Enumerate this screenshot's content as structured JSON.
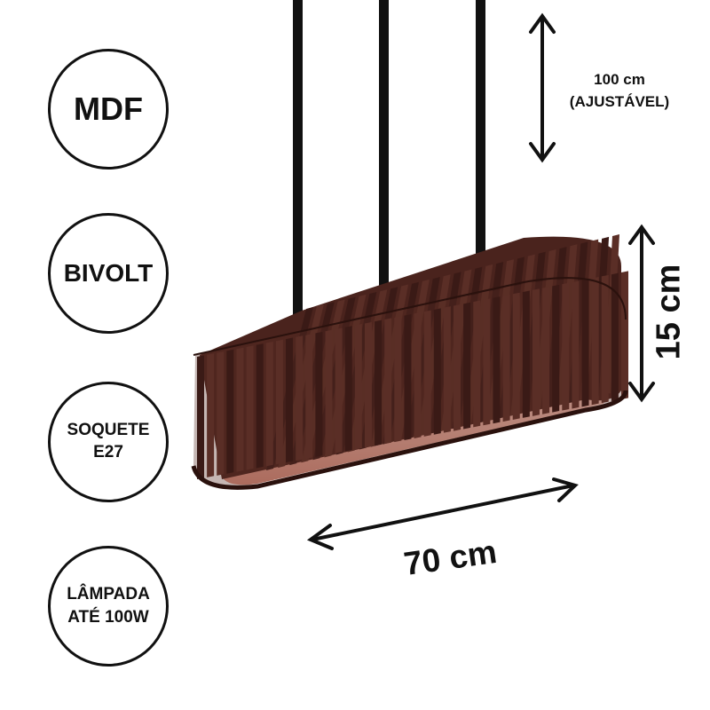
{
  "badges": [
    {
      "lines": [
        "MDF"
      ]
    },
    {
      "lines": [
        "BIVOLT"
      ]
    },
    {
      "lines": [
        "SOQUETE",
        "E27"
      ]
    },
    {
      "lines": [
        "LÂMPADA",
        "ATÉ 100W"
      ]
    }
  ],
  "dimensions": {
    "cable_length": "100 cm",
    "cable_note": "(AJUSTÁVEL)",
    "height": "15 cm",
    "width": "70 cm"
  },
  "colors": {
    "wood": "#5a2e26",
    "wood_dark": "#3a1a16",
    "glow": "#e9a99a",
    "line": "#111111"
  }
}
